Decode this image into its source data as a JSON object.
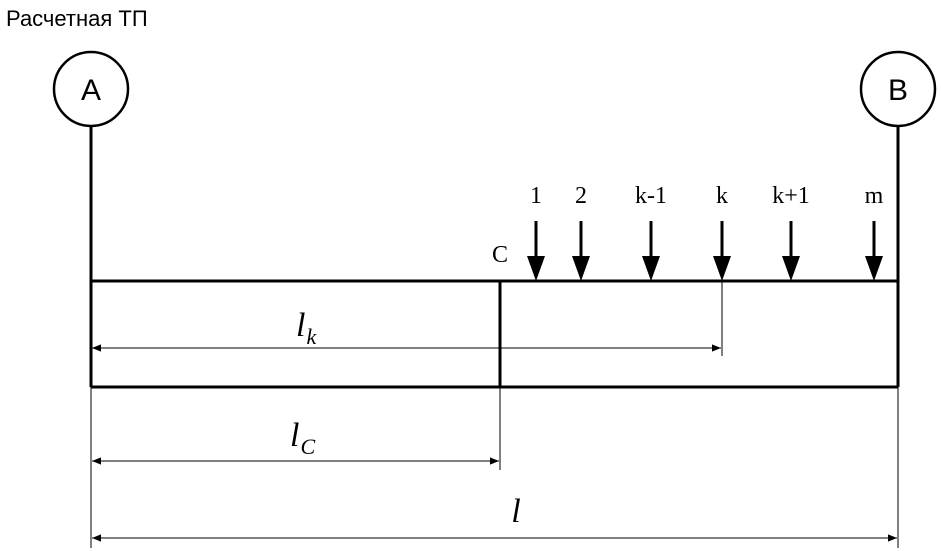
{
  "title": "Расчетная ТП",
  "nodes": {
    "a_label": "A",
    "b_label": "B"
  },
  "point_c_label": "C",
  "loads": [
    "1",
    "2",
    "k-1",
    "k",
    "k+1",
    "m"
  ],
  "dimensions": {
    "lk": {
      "base": "l",
      "sub": "k"
    },
    "lc": {
      "base": "l",
      "sub": "C"
    },
    "l": {
      "base": "l"
    }
  }
}
